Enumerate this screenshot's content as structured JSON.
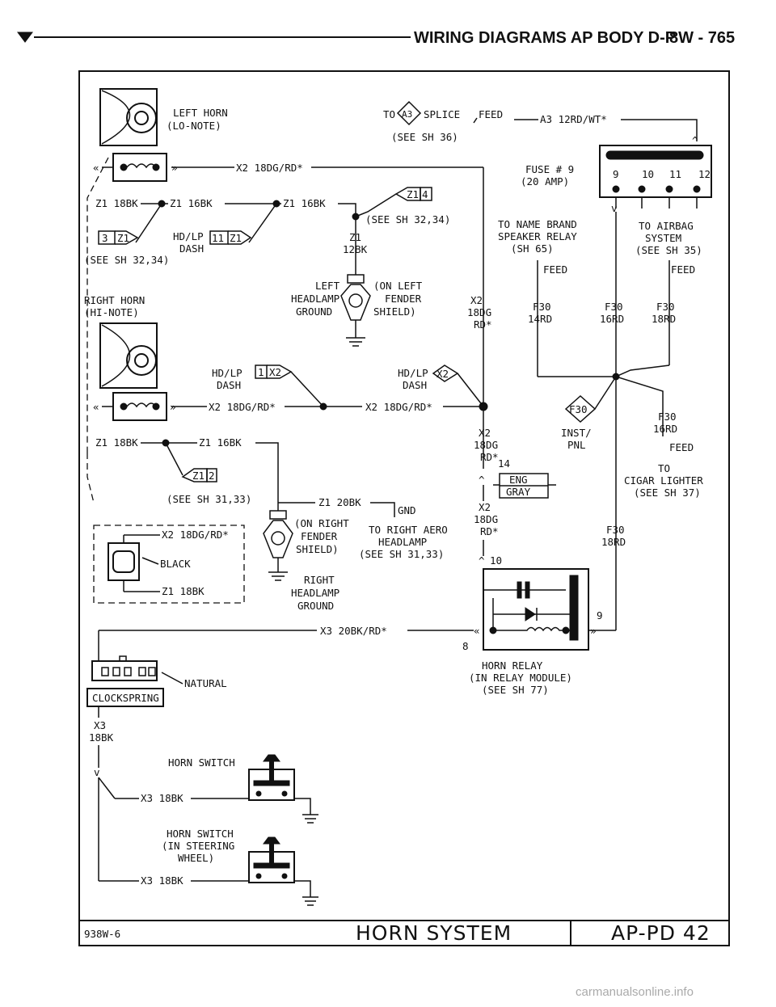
{
  "header": {
    "title": "WIRING DIAGRAMS AP BODY D-P",
    "page_ref": "8W - 765"
  },
  "components": {
    "left_horn": [
      "LEFT HORN",
      "(LO-NOTE)"
    ],
    "right_horn": [
      "RIGHT HORN",
      "(HI-NOTE)"
    ],
    "splice_a3": {
      "to": "TO",
      "id": "A3",
      "label": "SPLICE",
      "see": "(SEE SH 36)"
    },
    "feed_top": "FEED",
    "wire_a3": "A3 12RD/WT*",
    "fuse": [
      "FUSE # 9",
      "(20 AMP)"
    ],
    "fuse_pins": [
      "9",
      "10",
      "11",
      "12"
    ],
    "name_brand": [
      "TO NAME BRAND",
      "SPEAKER RELAY",
      "(SH 65)"
    ],
    "airbag": [
      "TO AIRBAG",
      "SYSTEM",
      "(SEE SH 35)"
    ],
    "feed": "FEED",
    "left_gnd": [
      "LEFT",
      "HEADLAMP",
      "GROUND"
    ],
    "left_gnd_loc": [
      "(ON LEFT",
      "FENDER",
      "SHIELD)"
    ],
    "right_gnd": [
      "RIGHT",
      "HEADLAMP",
      "GROUND"
    ],
    "right_gnd_loc": [
      "(ON RIGHT",
      "FENDER",
      "SHIELD)"
    ],
    "right_aero": [
      "TO RIGHT AERO",
      "HEADLAMP",
      "(SEE SH 31,33)"
    ],
    "gnd": "GND",
    "see_32_34": "(SEE SH 32,34)",
    "see_31_33": "(SEE SH 31,33)",
    "hdlp_dash": [
      "HD/LP",
      "DASH"
    ],
    "inst_pnl": [
      "INST/",
      "PNL"
    ],
    "eng": "ENG",
    "gray": "GRAY",
    "pin_14": "14",
    "pin_10": "10",
    "pin_9": "9",
    "pin_8": "8",
    "cigar": [
      "TO",
      "CIGAR LIGHTER",
      "(SEE SH 37)"
    ],
    "black": "BLACK",
    "natural": "NATURAL",
    "clockspring": "CLOCKSPRING",
    "horn_relay": [
      "HORN RELAY",
      "(IN RELAY MODULE)",
      "(SEE SH 77)"
    ],
    "horn_switch": "HORN SWITCH",
    "horn_switch_wheel": [
      "HORN SWITCH",
      "(IN STEERING",
      "WHEEL)"
    ]
  },
  "wires": {
    "x2_18dg_rd": "X2 18DG/RD*",
    "z1_18bk": "Z1 18BK",
    "z1_16bk": "Z1 16BK",
    "z1_12bk": [
      "Z1",
      "12BK"
    ],
    "z1_20bk": "Z1 20BK",
    "x2_18dg_vert": [
      "X2",
      "18DG",
      "RD*"
    ],
    "f30_14rd": [
      "F30",
      "14RD"
    ],
    "f30_16rd": [
      "F30",
      "16RD"
    ],
    "f30_18rd": [
      "F30",
      "18RD"
    ],
    "x3_20bk_rd": "X3 20BK/RD*",
    "x3_18bk": "X3 18BK",
    "x3_18bk_vert": [
      "X3",
      "18BK"
    ]
  },
  "connectors": {
    "c_3_z1": [
      "3",
      "Z1"
    ],
    "c_11_z1": [
      "11",
      "Z1"
    ],
    "c_z1_4": [
      "Z1",
      "4"
    ],
    "c_1_x2": [
      "1",
      "X2"
    ],
    "c_x2": "X2",
    "c_z1_2": [
      "Z1",
      "2"
    ],
    "c_f30": "F30",
    "c_a3": "A3"
  },
  "footer": {
    "code": "938W-6",
    "title": "HORN SYSTEM",
    "page_id": "AP-PD 42"
  },
  "watermark": "carmanualsonline.info"
}
